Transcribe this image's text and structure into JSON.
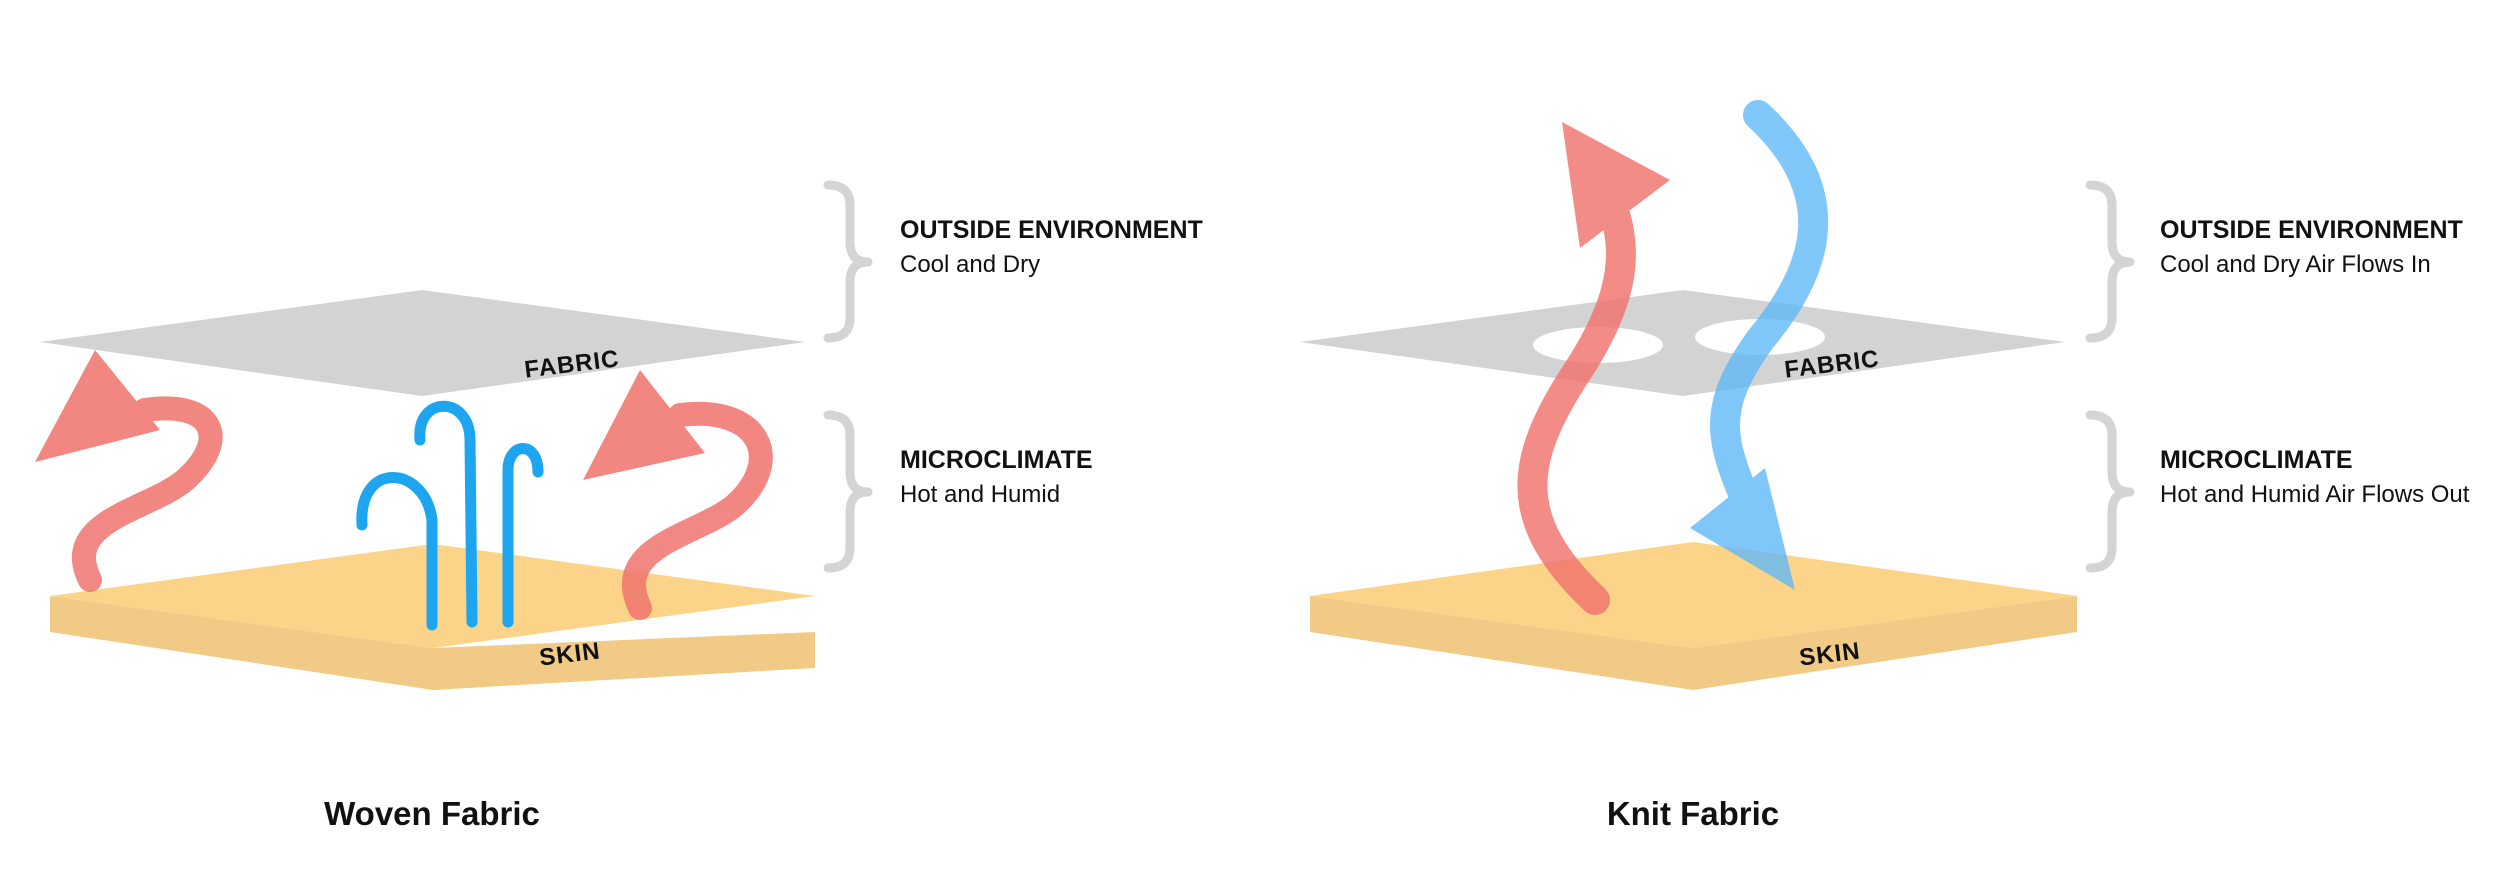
{
  "colors": {
    "fabric": "#d3d3d3",
    "skin_top": "#fbd489",
    "skin_side": "#f1cb85",
    "warm_arrow": "#f0736d",
    "cool_arrow": "#5db8f8",
    "wick": "#1ea5f0",
    "brace": "#d4d4d4",
    "text": "#111111"
  },
  "woven": {
    "fabric_label": "FABRIC",
    "skin_label": "SKIN",
    "caption": "Woven Fabric",
    "outside": {
      "title": "OUTSIDE ENVIRONMENT",
      "desc": "Cool and Dry"
    },
    "micro": {
      "title": "MICROCLIMATE",
      "desc": "Hot and Humid"
    }
  },
  "knit": {
    "fabric_label": "FABRIC",
    "skin_label": "SKIN",
    "caption": "Knit Fabric",
    "outside": {
      "title": "OUTSIDE ENVIRONMENT",
      "desc": "Cool and Dry  Air Flows In"
    },
    "micro": {
      "title": "MICROCLIMATE",
      "desc": "Hot and Humid Air Flows Out"
    }
  }
}
